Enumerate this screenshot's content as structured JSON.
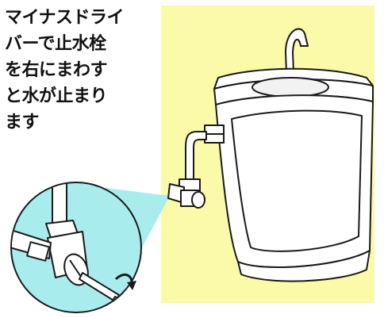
{
  "instruction": {
    "lines": [
      "マイナスドライ",
      "バーで止水栓",
      "を右にまわす",
      "と水が止まり",
      "ます"
    ]
  },
  "colors": {
    "highlight_background": "#fafaa8",
    "zoom_background": "#a8eced",
    "outline": "#1a1a1a"
  },
  "icons": [
    "toilet-tank-illustration",
    "faucet-spout",
    "water-pipe",
    "stop-valve",
    "flathead-screwdriver",
    "clockwise-arrow-icon"
  ]
}
